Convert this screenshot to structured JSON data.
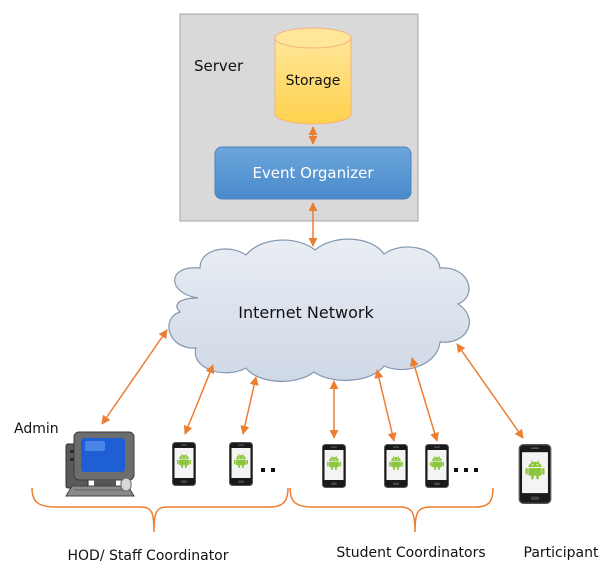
{
  "server": {
    "label": "Server"
  },
  "storage": {
    "label": "Storage"
  },
  "event_organizer": {
    "label": "Event Organizer"
  },
  "network": {
    "label": "Internet Network"
  },
  "admin": {
    "label": "Admin"
  },
  "groups": {
    "hod_staff": {
      "label": "HOD/ Staff Coordinator"
    },
    "students": {
      "label": "Student Coordinators"
    },
    "participant": {
      "label": "Participant"
    }
  },
  "colors": {
    "server_bg": "#d9d9d9",
    "server_border": "#a6a6a6",
    "storage_fill": "#ffd966",
    "storage_stroke": "#f4b183",
    "organizer_fill": "#5b9bd5",
    "cloud_fill": "#dce3ee",
    "cloud_stroke": "#8497b0",
    "arrow": "#ed7d31",
    "brace": "#ed7d31",
    "android": "#8cc63f"
  },
  "icons": {
    "admin_device": "desktop-computer-icon",
    "coordinator_device": "android-phone-icon",
    "participant_device": "android-phone-icon",
    "ellipsis": "ellipsis-icon"
  }
}
